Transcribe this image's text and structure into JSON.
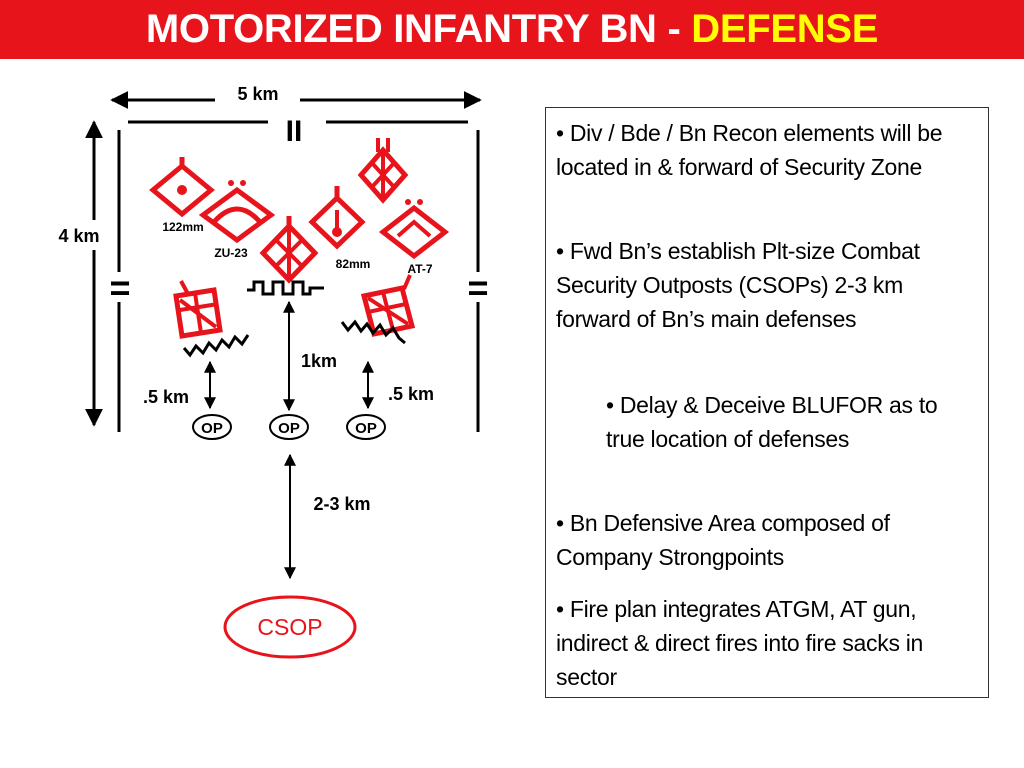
{
  "title": {
    "main": "MOTORIZED INFANTRY BN - ",
    "accent": "DEFENSE"
  },
  "colors": {
    "title_bar": "#e8141c",
    "accent": "#ffff00",
    "symbol": "#e8141c",
    "line": "#000000"
  },
  "diagram": {
    "width_label": "5 km",
    "depth_label": "4 km",
    "echelon_mark": "II",
    "boundary_mark": "=",
    "weapon_labels": {
      "mortar_122": "122mm",
      "zu23": "ZU-23",
      "mortar_82": "82mm",
      "at7": "AT-7"
    },
    "distance_1km": "1km",
    "distance_left": ".5 km",
    "distance_right": ".5 km",
    "op_labels": [
      "OP",
      "OP",
      "OP"
    ],
    "csop_distance": "2-3 km",
    "csop_label": "CSOP"
  },
  "text_box": {
    "bullets": [
      "• Div / Bde / Bn Recon elements will be located in & forward of Security Zone",
      "• Fwd Bn’s establish Plt-size Combat Security Outposts (CSOPs) 2-3 km forward of Bn’s main defenses",
      "• Delay & Deceive BLUFOR as to true location of defenses",
      "• Bn Defensive Area composed of Company Strongpoints",
      "• Fire plan integrates ATGM, AT gun, indirect & direct fires into fire sacks in sector"
    ]
  }
}
